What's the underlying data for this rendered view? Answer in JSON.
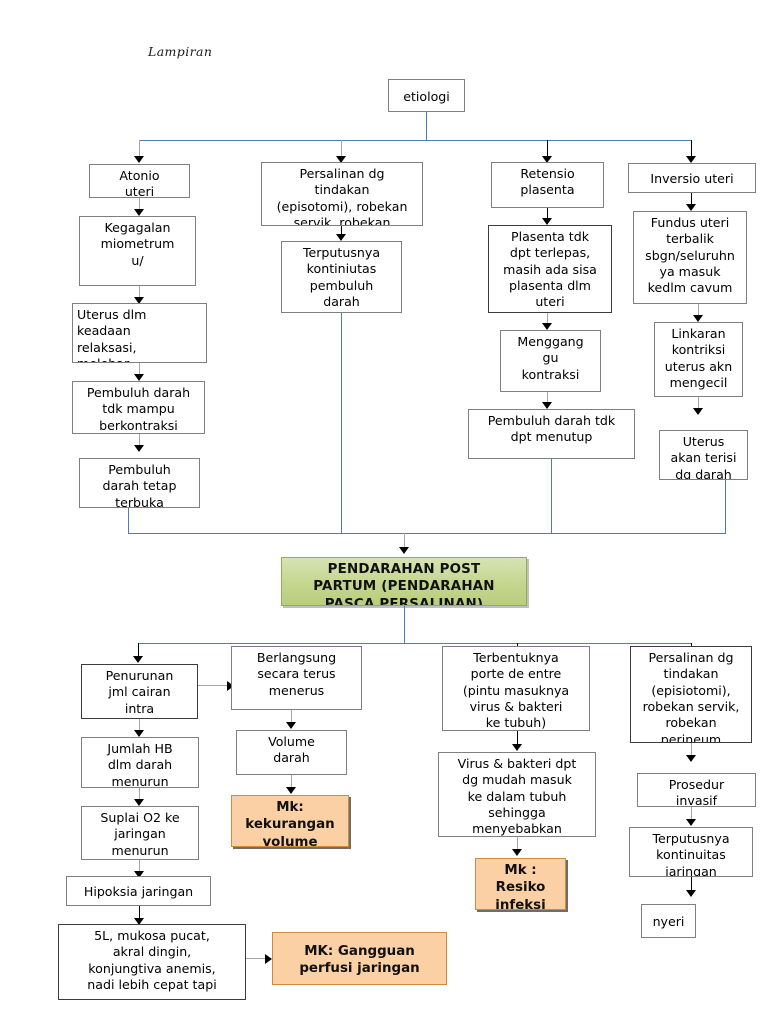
{
  "page": {
    "caption": "Lampiran",
    "colors": {
      "connector_blue": "#4a7ebb",
      "node_border": "#7f7f7f",
      "green_fill": "#c4d68e",
      "orange_fill": "#fbd0a4",
      "arrow_black": "#000000"
    }
  },
  "nodes": {
    "etiologi": "etiologi",
    "atonio_uteri": "Atonio\nuteri",
    "persalinan_tindakan_top": "Persalinan dg\ntindakan\n(episotomi), robekan\nservik, robekan",
    "retensio_plasenta": "Retensio\nplasenta",
    "inversio_uteri": "Inversio uteri",
    "kegagalan_miometrum": "Kegagalan\nmiometrum\nu/",
    "terputusnya_kontiniutas_pembuluh": "Terputusnya\nkontiniutas\npembuluh\ndarah",
    "plasenta_tdk_dpt_terlepas": "Plasenta tdk\ndpt terlepas,\nmasih ada sisa\nplasenta dlm\nuteri",
    "fundus_uteri_terbalik": "Fundus uteri\nterbalik\nsbgn/seluruhn\nya masuk\nkedlm cavum",
    "uterus_dlm_keadaan": "Uterus dlm\nkeadaan\nrelaksasi,\nmelebar",
    "mengganggu_kontraksi": "Menggang\ngu\nkontraksi",
    "linkaran_kontriksi": "Linkaran\nkontriksi\nuterus akn\nmengecil",
    "pembuluh_darah_tdk_mampu": "Pembuluh darah\ntdk mampu\nberkontraksi",
    "pembuluh_darah_tdk_dpt_menutup": "Pembuluh darah tdk\ndpt menutup",
    "uterus_akan_terisi": "Uterus\nakan terisi\ndg darah",
    "pembuluh_darah_tetap_terbuka": "Pembuluh\ndarah tetap\nterbuka",
    "pendarahan_post_partum": "PENDARAHAN POST\nPARTUM (PENDARAHAN\nPASCA PERSALINAN)",
    "penurunan_jml_cairan": "Penurunan\njml cairan\nintra\nvaskuler",
    "berlangsung_terus_menerus": "Berlangsung\nsecara terus\nmenerus",
    "terbentuknya_porte_de_entre": "Terbentuknya\nporte de entre\n(pintu masuknya\nvirus & bakteri\nke tubuh)",
    "persalinan_tindakan_bottom": "Persalinan dg\ntindakan\n(episiotomi),\nrobekan servik,\nrobekan\nperineum",
    "jumlah_hb_menurun": "Jumlah HB\ndlm darah\nmenurun",
    "volume_darah": "Volume\ndarah",
    "virus_bakteri_masuk": "Virus & bakteri dpt\ndg mudah masuk\nke dalam tubuh\nsehingga\nmenyebabkan",
    "prosedur_invasif": "Prosedur\ninvasif",
    "suplai_o2_menurun": "Suplai O2 ke\njaringan\nmenurun",
    "mk_kekurangan_volume": "Mk:\nkekurangan\nvolume",
    "mk_resiko_infeksi": "Mk :\nResiko\ninfeksi",
    "terputusnya_kontinuitas_jaringan": "Terputusnya\nkontinuitas\njaringan",
    "hipoksia_jaringan": "Hipoksia jaringan",
    "nyeri": "nyeri",
    "gejala_5l": "5L, mukosa pucat,\nakral dingin,\nkonjungtiva anemis,\nnadi lebih cepat tapi",
    "mk_gangguan_perfusi": "MK: Gangguan\nperfusi jaringan"
  }
}
